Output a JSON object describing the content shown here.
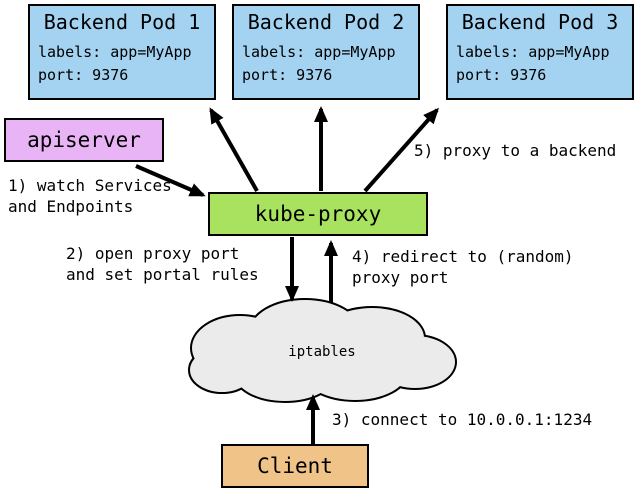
{
  "diagram": {
    "pods": [
      {
        "title": "Backend Pod 1",
        "labels": "labels: app=MyApp",
        "port": "port: 9376"
      },
      {
        "title": "Backend Pod 2",
        "labels": "labels: app=MyApp",
        "port": "port: 9376"
      },
      {
        "title": "Backend Pod 3",
        "labels": "labels: app=MyApp",
        "port": "port: 9376"
      }
    ],
    "nodes": {
      "apiserver": "apiserver",
      "kube_proxy": "kube-proxy",
      "iptables": "iptables",
      "client": "Client"
    },
    "annotations": {
      "step1": "1) watch Services\nand Endpoints",
      "step2": "2) open proxy port\nand set portal rules",
      "step3": "3) connect to 10.0.0.1:1234",
      "step4": "4) redirect to (random)\nproxy port",
      "step5": "5) proxy to a backend"
    },
    "colors": {
      "pod_fill": "#A4D2F1",
      "apiserver_fill": "#E9B4F5",
      "kube_proxy_fill": "#A8E25E",
      "client_fill": "#F0C488",
      "cloud_fill": "#EBEBEB",
      "stroke": "#000000"
    }
  }
}
